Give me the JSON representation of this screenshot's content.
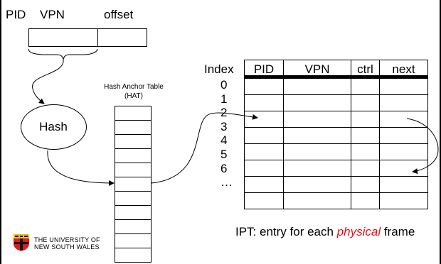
{
  "header": {
    "pid": "PID",
    "vpn": "VPN",
    "offset": "offset"
  },
  "hash_label": "Hash",
  "hat": {
    "title_line1": "Hash Anchor Table",
    "title_line2": "(HAT)"
  },
  "ipt": {
    "index_label": "Index",
    "columns": [
      "PID",
      "VPN",
      "ctrl",
      "next"
    ],
    "indices": [
      "0",
      "1",
      "2",
      "3",
      "4",
      "5",
      "6",
      "…"
    ],
    "caption_prefix": "IPT: entry for each ",
    "caption_emphasis": "physical",
    "caption_suffix": " frame"
  },
  "logo": {
    "line1": "THE UNIVERSITY OF",
    "line2": "NEW SOUTH WALES"
  },
  "colors": {
    "emphasis": "#e0101a",
    "logo_red": "#d81e1e"
  }
}
